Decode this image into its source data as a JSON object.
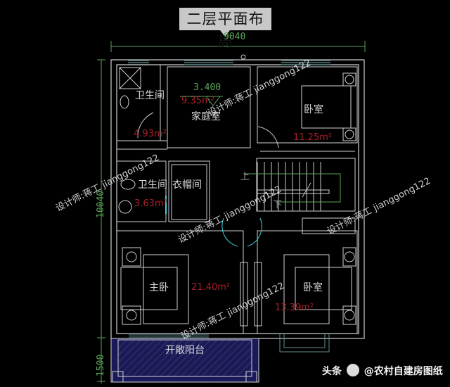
{
  "title": "二层平面布局",
  "dimensions": {
    "top_width": "9040",
    "left_depth": "10040",
    "left_balcony": "1500"
  },
  "level_mark": "3.400",
  "rooms": [
    {
      "id": "bathroom_top",
      "label": "卫生间",
      "area": "4.93m²"
    },
    {
      "id": "family_room",
      "label": "家庭室",
      "area": "9.35m²"
    },
    {
      "id": "bedroom_top_right",
      "label": "卧室",
      "area": "11.25m²"
    },
    {
      "id": "bathroom_middle",
      "label": "卫生间",
      "area": "3.63m²"
    },
    {
      "id": "closet",
      "label": "衣帽间",
      "area": ""
    },
    {
      "id": "master_bedroom",
      "label": "主卧",
      "area": "21.40m²"
    },
    {
      "id": "bedroom_bottom_right",
      "label": "卧室",
      "area": "13.39m²"
    },
    {
      "id": "balcony",
      "label": "开敞阳台",
      "area": ""
    }
  ],
  "stairs": {
    "up_label": "上",
    "down_label": "下"
  },
  "watermarks": [
    "设计师:蒋工 jianggong122",
    "设计师:蒋工 jianggong122",
    "设计师:蒋工 jianggong122",
    "设计师:蒋工 jianggong122",
    "设计师:蒋工 jianggong122"
  ],
  "credit": {
    "platform": "头条",
    "account": "@农村自建房图纸"
  },
  "colors": {
    "background": "#000000",
    "wall": "#d0d0d0",
    "window": "#5f8f8f",
    "dimension": "#5aa55a",
    "area_text": "#a8202a",
    "balcony_fill": "#1a1a5a",
    "door_cyan": "#3fd0e0"
  }
}
